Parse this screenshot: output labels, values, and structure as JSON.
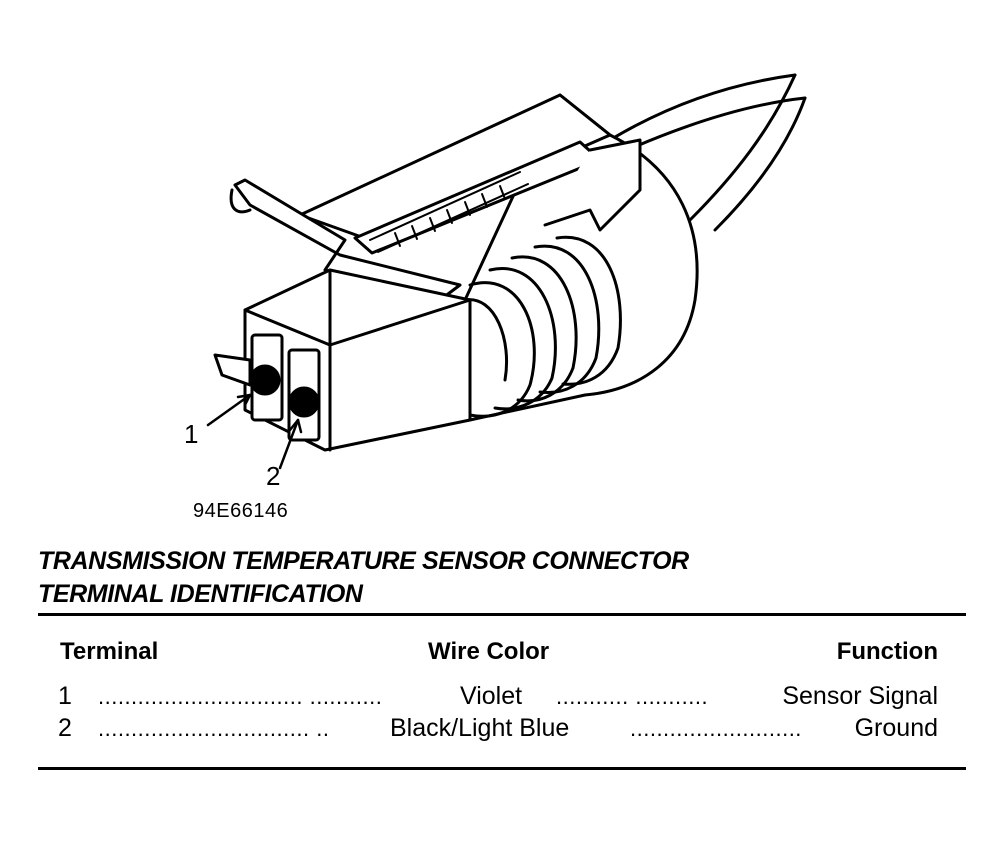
{
  "figure": {
    "callouts": [
      "1",
      "2"
    ],
    "figure_id": "94E66146"
  },
  "title": {
    "line1": "TRANSMISSION TEMPERATURE SENSOR CONNECTOR",
    "line2": "TERMINAL IDENTIFICATION"
  },
  "table": {
    "headers": {
      "terminal": "Terminal",
      "wire_color": "Wire Color",
      "function": "Function"
    },
    "rows": [
      {
        "terminal": "1",
        "leader1": "............................... ...........",
        "wire_color": "Violet",
        "leader2": "........... ...........",
        "function": "Sensor Signal"
      },
      {
        "terminal": "2",
        "leader1": "................................ ..",
        "wire_color": "Black/Light Blue",
        "leader2": "..........................",
        "function": "Ground"
      }
    ]
  }
}
